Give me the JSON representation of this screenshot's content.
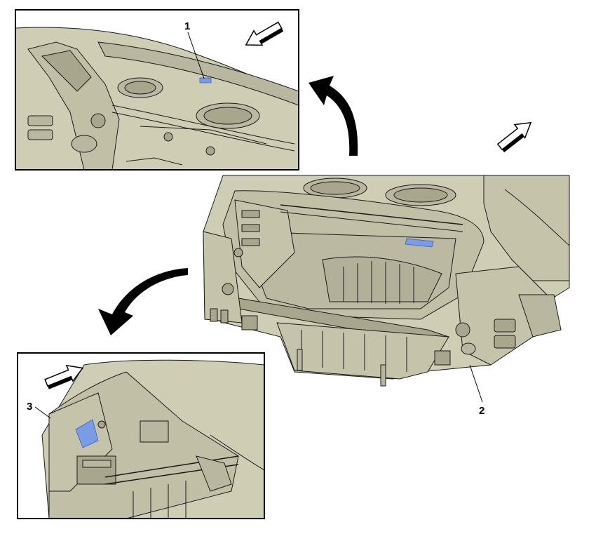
{
  "callouts": {
    "c1": "1",
    "c2": "2",
    "c3": "3"
  },
  "colors": {
    "body_fill": "#cfcdb4",
    "body_shadow": "#a9a68e",
    "highlight": "#7a9be6",
    "stroke": "#1a1a1a"
  }
}
